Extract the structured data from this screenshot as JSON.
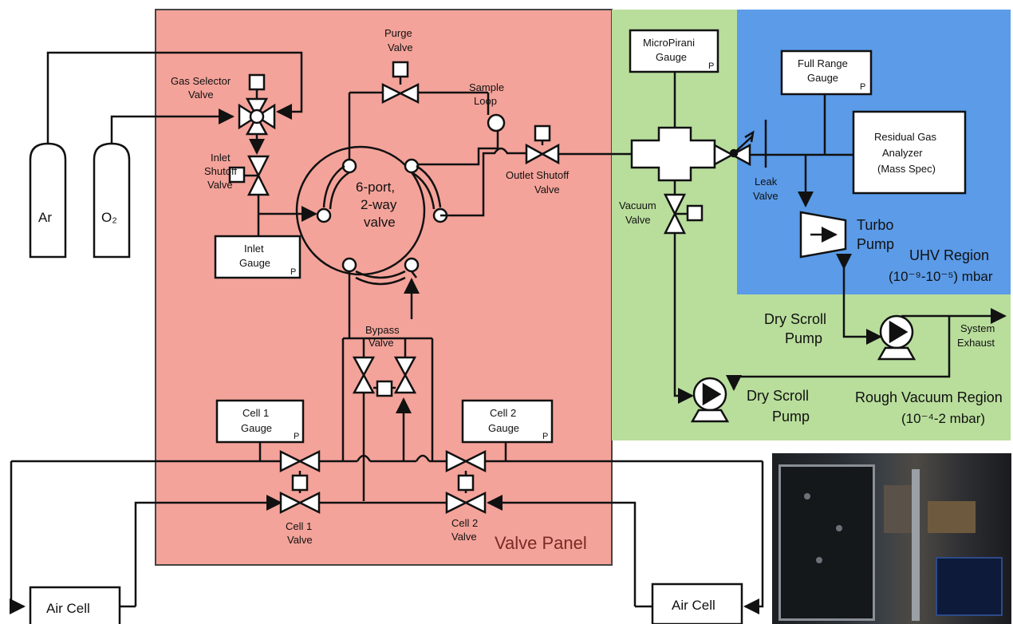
{
  "regions": {
    "valve_panel": "Valve Panel",
    "uhv": "UHV Region",
    "uhv_range": "(10⁻⁹-10⁻⁵) mbar",
    "rough": "Rough Vacuum Region",
    "rough_range": "(10⁻⁴-2 mbar)"
  },
  "cylinders": {
    "ar": "Ar",
    "o2": "O₂"
  },
  "labels": {
    "gas_selector_1": "Gas Selector",
    "gas_selector_2": "Valve",
    "purge_1": "Purge",
    "purge_2": "Valve",
    "sample_1": "Sample",
    "sample_2": "Loop",
    "inlet_shutoff_1": "Inlet",
    "inlet_shutoff_2": "Shutoff",
    "inlet_shutoff_3": "Valve",
    "port_valve_1": "6-port,",
    "port_valve_2": "2-way",
    "port_valve_3": "valve",
    "outlet_shutoff_1": "Outlet Shutoff",
    "outlet_shutoff_2": "Valve",
    "inlet_gauge_1": "Inlet",
    "inlet_gauge_2": "Gauge",
    "bypass_1": "Bypass",
    "bypass_2": "Valve",
    "cell1_gauge_1": "Cell 1",
    "cell1_gauge_2": "Gauge",
    "cell2_gauge_1": "Cell 2",
    "cell2_gauge_2": "Gauge",
    "cell1_valve_1": "Cell 1",
    "cell1_valve_2": "Valve",
    "cell2_valve_1": "Cell 2",
    "cell2_valve_2": "Valve",
    "micropirani_1": "MicroPirani",
    "micropirani_2": "Gauge",
    "full_range_1": "Full Range",
    "full_range_2": "Gauge",
    "rga_1": "Residual Gas",
    "rga_2": "Analyzer",
    "rga_3": "(Mass Spec)",
    "leak_1": "Leak",
    "leak_2": "Valve",
    "vacuum_valve_1": "Vacuum",
    "vacuum_valve_2": "Valve",
    "turbo_1": "Turbo",
    "turbo_2": "Pump",
    "dry_scroll_a_1": "Dry Scroll",
    "dry_scroll_a_2": "Pump",
    "dry_scroll_b_1": "Dry Scroll",
    "dry_scroll_b_2": "Pump",
    "exhaust_1": "System",
    "exhaust_2": "Exhaust",
    "air_cell_left": "Air Cell",
    "air_cell_right": "Air Cell",
    "p": "P"
  },
  "colors": {
    "valve_panel": "#f4a39a",
    "rough": "#b9de9c",
    "uhv": "#5b9be8",
    "line": "#111111"
  }
}
